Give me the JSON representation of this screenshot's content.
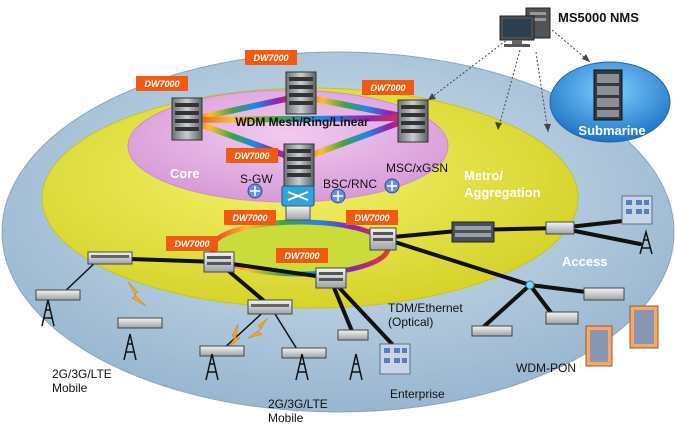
{
  "title": "MS5000 NMS",
  "rings": {
    "wdm": "WDM Mesh/Ring/Linear",
    "core": "Core",
    "metro_line1": "Metro/",
    "metro_line2": "Aggregation",
    "access": "Access",
    "submarine": "Submarine"
  },
  "core_nodes": {
    "sgw": "S-GW",
    "bsc": "BSC/RNC",
    "msc": "MSC/xGSN"
  },
  "device_tag": "DW7000",
  "endpoints": {
    "mobile_left_1": "2G/3G/LTE",
    "mobile_left_2": "Mobile",
    "mobile_mid_1": "2G/3G/LTE",
    "mobile_mid_2": "Mobile",
    "tdm_1": "TDM/Ethernet",
    "tdm_2": "(Optical)",
    "enterprise": "Enterprise",
    "wdm_pon": "WDM-PON"
  },
  "colors": {
    "tag_orange": "#f25a0f",
    "access_blue": "#a9c4dc",
    "metro_yellow": "#e6e43c",
    "core_pink": "#e6aee6",
    "submarine": "#2a8fd6"
  }
}
